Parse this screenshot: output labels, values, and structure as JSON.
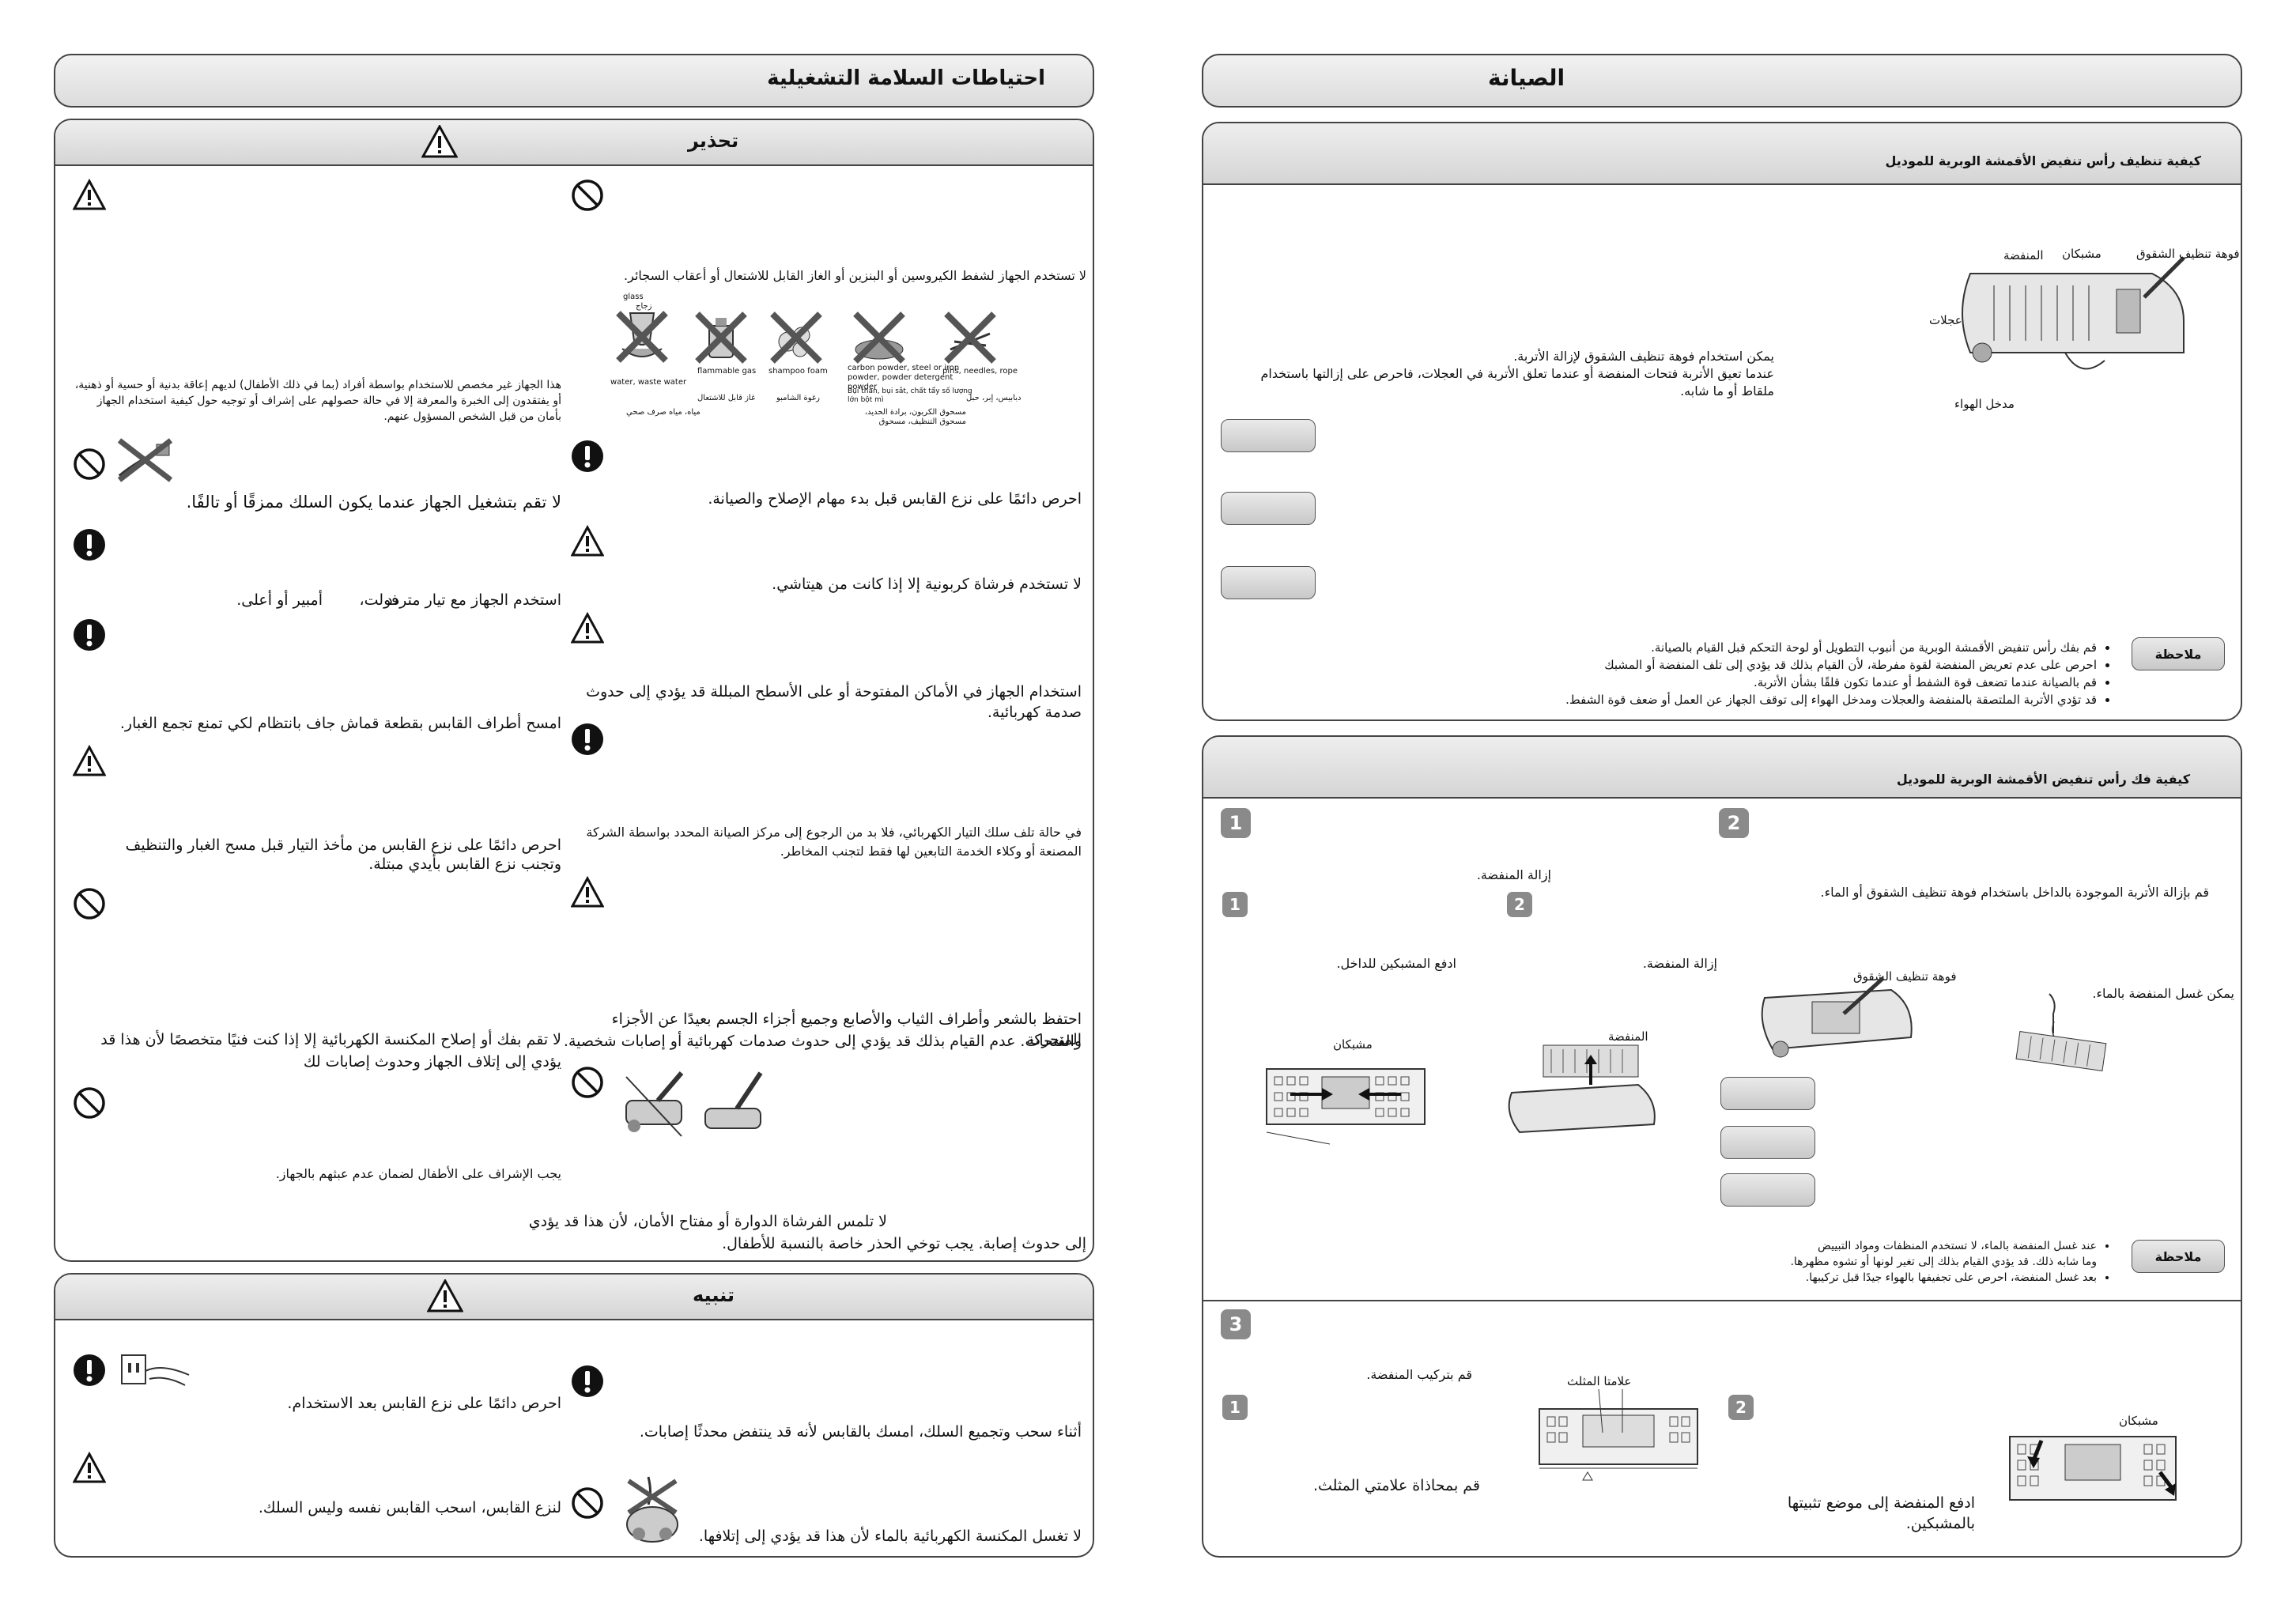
{
  "left_page": {
    "title": "احتياطات السلامة التشغيلية",
    "warning": {
      "heading": "تحذير",
      "col_right": {
        "t1": "لا تستخدم الجهاز لشفط الكيروسين أو البنزين أو الغاز القابل للاشتعال أو أعقاب السجائر.",
        "pictos": {
          "glass_en": "glass",
          "glass_ar": "زجاج",
          "water_en": "water, waste water",
          "water_ar": "مياه، مياه صرف صحي",
          "flam_en": "flammable gas",
          "flam_ar": "غاز قابل للاشتعال",
          "shampoo_en": "shampoo foam",
          "shampoo_ar": "رغوة الشامبو",
          "carbon_en": "carbon powder, steel or iron powder, powder detergent powder",
          "carbon_vn": "Bụi than, bụi sắt, chất tẩy số lượng lớn bột mì",
          "carbon_ar": "مسحوق الكربون، برادة الحديد، مسحوق التنظيف، مسحوق",
          "pins_en": "pins, needles, rope",
          "pins_ar": "دبابيس، إبر، حبل"
        },
        "t2": "احرص دائمًا على نزع القابس قبل بدء مهام الإصلاح والصيانة.",
        "t3": "لا تستخدم فرشاة كربونية إلا إذا كانت من هيتاشي.",
        "t4": "استخدام الجهاز في الأماكن المفتوحة أو على الأسطح المبللة قد يؤدي إلى حدوث صدمة كهربائية.",
        "t5a": "في حالة تلف سلك التيار الكهربائي، فلا بد من الرجوع إلى مركز الصيانة المحدد بواسطة الشركة",
        "t5b": "المصنعة أو وكلاء الخدمة التابعين لها فقط لتجنب المخاطر.",
        "t6a": "احتفظ بالشعر وأطراف الثياب والأصابع وجميع أجزاء الجسم بعيدًا عن الأجزاء المتحركة",
        "t6b": "والفتحات. عدم القيام بذلك قد يؤدي إلى حدوث صدمات كهربائية أو إصابات شخصية.",
        "t7a": "لا تلمس الفرشاة الدوارة أو مفتاح الأمان، لأن هذا قد يؤدي",
        "t7b": "إلى حدوث إصابة. يجب توخي الحذر خاصة بالنسبة للأطفال."
      },
      "col_left": {
        "t1a": "هذا الجهاز غير مخصص للاستخدام بواسطة أفراد (بما في ذلك الأطفال) لديهم إعاقة بدنية أو حسية أو ذهنية،",
        "t1b": "أو يفتقدون إلى الخبرة والمعرفة إلا في حالة حصولهم على إشراف أو توجيه حول كيفية استخدام الجهاز",
        "t1c": "بأمان من قبل الشخص المسؤول عنهم.",
        "t2": "لا تقم بتشغيل الجهاز عندما يكون السلك ممزقًا أو تالفًا.",
        "t3a": "استخدم الجهاز مع تيار متردد",
        "t3b": "فولت،",
        "t3c": "أمبير أو أعلى.",
        "t4": "امسح أطراف القابس بقطعة قماش جاف بانتظام لكي تمنع تجمع الغبار.",
        "t5a": "احرص دائمًا على نزع القابس من مأخذ التيار قبل مسح الغبار والتنظيف",
        "t5b": "وتجنب نزع القابس بأيدي مبتلة.",
        "t6a": "لا تقم بفك أو إصلاح المكنسة الكهربائية إلا إذا كنت فنيًا متخصصًا لأن هذا قد",
        "t6b": "يؤدي إلى إتلاف الجهاز وحدوث إصابات لك",
        "t7": "يجب الإشراف على الأطفال لضمان عدم عبثهم بالجهاز."
      }
    },
    "caution": {
      "heading": "تنبيه",
      "r1": "أثناء سحب وتجميع السلك، امسك بالقابس لأنه قد ينتفض محدثًا إصابات.",
      "r2": "لا تغسل المكنسة الكهربائية بالماء لأن هذا قد يؤدي إلى إتلافها.",
      "l1": "احرص دائمًا على نزع القابس بعد الاستخدام.",
      "l2": "لنزع القابس، اسحب القابس نفسه وليس السلك."
    }
  },
  "right_page": {
    "title": "الصيانة",
    "sec1": {
      "heading": "كيفية تنظيف رأس تنفيض الأقمشة الوبرية للموديل",
      "labels": {
        "brush": "فوهة تنظيف الشقوق",
        "clips": "مشبكان",
        "filter": "المنفضة",
        "wheels": "عجلات",
        "inlet": "مدخل الهواء"
      },
      "text1": "يمكن استخدام فوهة تنظيف الشقوق لإزالة الأتربة.",
      "text2": "عندما تعيق الأتربة فتحات المنفضة أو عندما تعلق الأتربة في العجلات، فاحرص على إزالتها باستخدام",
      "text3": "ملقاط أو ما شابه.",
      "note_label": "ملاحظة",
      "notes": [
        "قم بفك رأس تنفيض الأقمشة الوبرية من أنبوب التطويل أو لوحة التحكم قبل القيام بالصيانة.",
        "احرص على عدم تعريض المنفضة لقوة مفرطة، لأن القيام بذلك قد يؤدي إلى تلف المنفضة أو المشبك",
        "قم بالصيانة عندما تضعف قوة الشفط أو عندما تكون قلقًا بشأن الأتربة.",
        "قد تؤدي الأتربة الملتصقة بالمنفضة والعجلات ومدخل الهواء إلى توقف الجهاز عن العمل أو ضعف قوة الشفط."
      ]
    },
    "sec2": {
      "heading": "كيفية فك رأس تنفيض الأقمشة الوبرية للموديل",
      "step1": "1",
      "step2": "2",
      "step3": "3",
      "remove_filter": "إزالة المنفضة.",
      "sub1": "1",
      "sub2": "2",
      "push_clips": "ادفع المشبكين للداخل.",
      "remove_filter2": "إزالة المنفضة.",
      "clips": "مشبكان",
      "filter": "المنفضة",
      "remove_dust": "قم بإزالة الأتربة الموجودة بالداخل باستخدام فوهة تنظيف الشقوق أو الماء.",
      "brush": "فوهة تنظيف الشقوق",
      "washable": "يمكن غسل المنفضة بالماء.",
      "note_label": "ملاحظة",
      "notes": [
        "عند غسل المنفضة بالماء، لا تستخدم المنظفات ومواد التبييض",
        "وما شابه ذلك. قد يؤدي القيام بذلك إلى تغير لونها أو تشوه مظهرها.",
        "بعد غسل المنفضة، احرص على تجفيفها بالهواء جيدًا قبل تركيبها."
      ],
      "install_filter": "قم بتركيب المنفضة.",
      "triangle_marks": "علامتا المثلث",
      "align_marks": "قم بمحاذاة علامتي المثلث.",
      "clips3": "مشبكان",
      "push_to_fix_a": "ادفع المنفضة إلى موضع تثبيتها",
      "push_to_fix_b": "بالمشبكين."
    }
  }
}
